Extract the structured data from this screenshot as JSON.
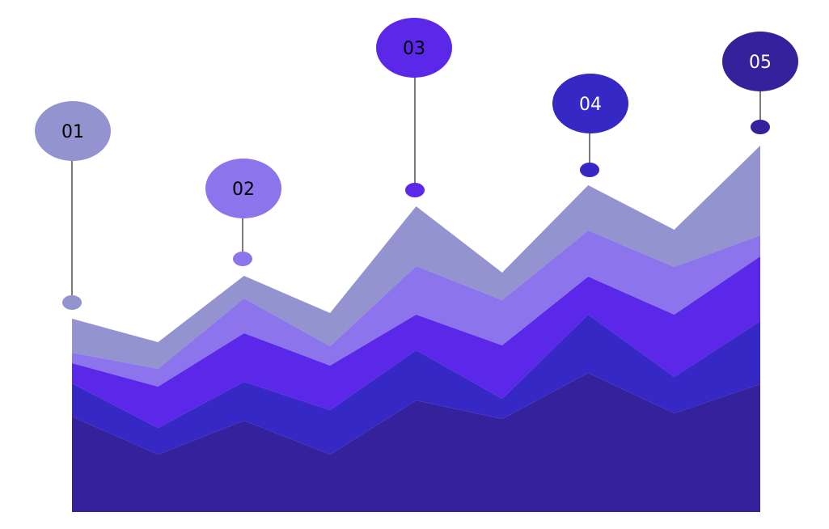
{
  "chart_data": {
    "type": "area",
    "stacked": true,
    "title": "",
    "xlabel": "",
    "ylabel": "",
    "grid": false,
    "ylim": [
      0,
      63.3
    ],
    "x": [
      1,
      2,
      3,
      4,
      5,
      6,
      7,
      8,
      9
    ],
    "series": [
      {
        "name": "05",
        "color": "#35219b",
        "label_color": "#ffffff",
        "values": [
          11.8,
          7.1,
          11.3,
          7.1,
          13.8,
          11.5,
          17.2,
          12.2,
          15.8
        ]
      },
      {
        "name": "04",
        "color": "#3528c4",
        "label_color": "#ffffff",
        "values": [
          4.1,
          3.3,
          4.8,
          5.5,
          6.2,
          2.5,
          7.2,
          4.5,
          7.8
        ]
      },
      {
        "name": "03",
        "color": "#5b27e8",
        "label_color": "#000000",
        "values": [
          2.5,
          5.1,
          6.0,
          5.5,
          4.4,
          6.6,
          4.7,
          7.7,
          8.0
        ]
      },
      {
        "name": "02",
        "color": "#8c74ec",
        "label_color": "#000000",
        "values": [
          1.3,
          2.2,
          4.3,
          2.4,
          6.0,
          5.6,
          5.7,
          5.9,
          2.6
        ]
      },
      {
        "name": "01",
        "color": "#9393d0",
        "label_color": "#000000",
        "values": [
          4.2,
          3.3,
          2.8,
          4.1,
          7.4,
          3.4,
          5.6,
          4.6,
          11.1
        ]
      }
    ],
    "callouts": [
      "01",
      "02",
      "03",
      "04",
      "05"
    ]
  }
}
